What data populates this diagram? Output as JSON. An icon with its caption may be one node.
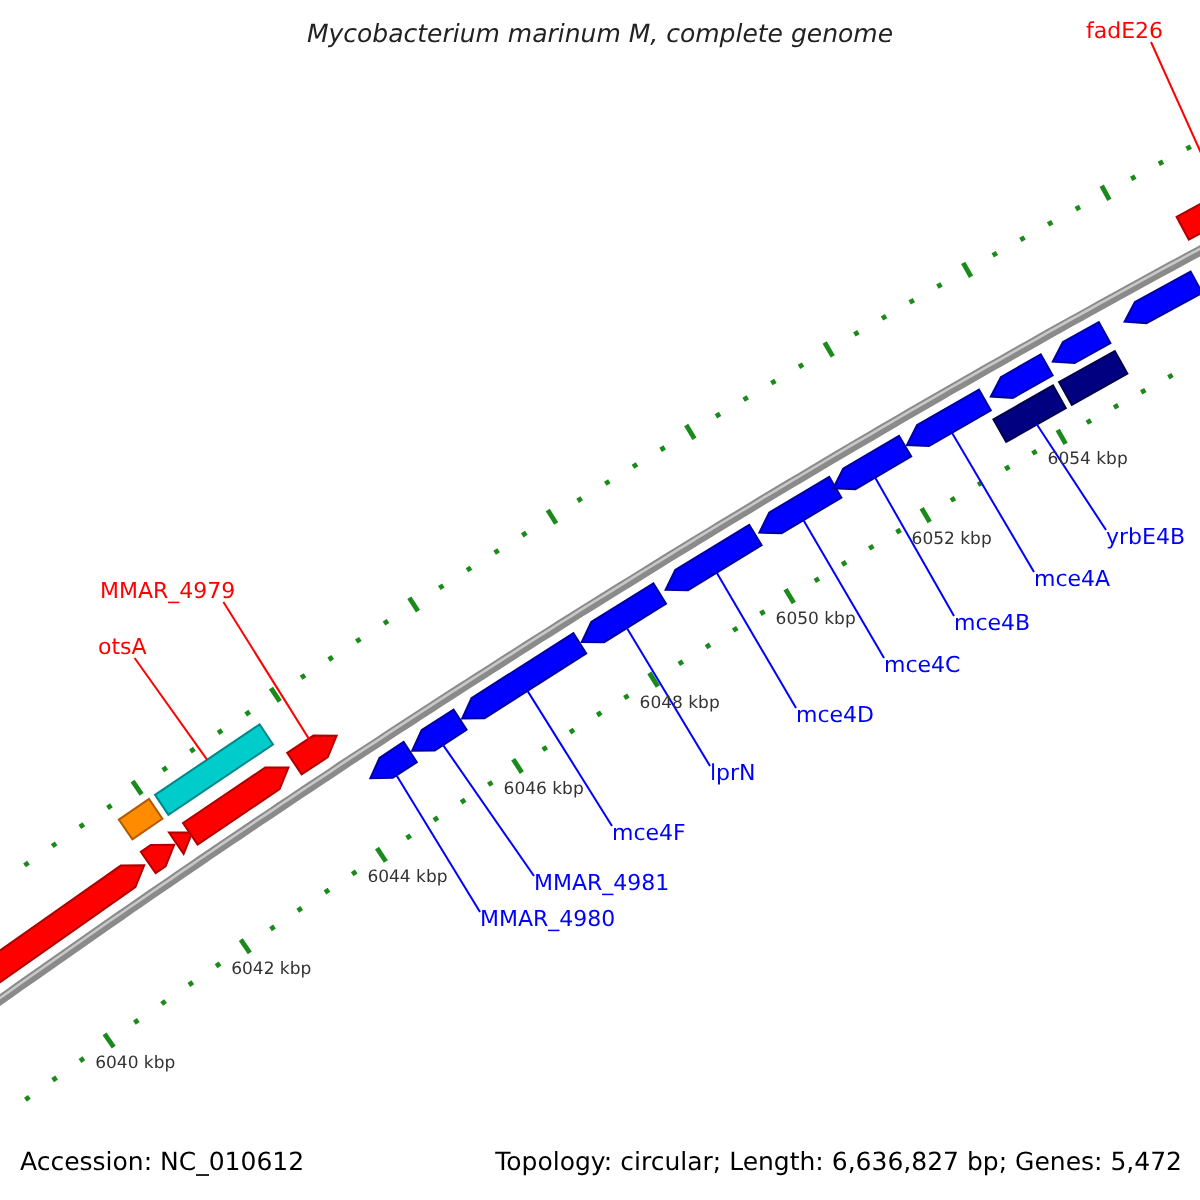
{
  "diagram": {
    "title": "Mycobacterium marinum M, complete genome",
    "nodes": [
      {
        "text": [
          "fadE26"
        ]
      },
      {
        "text": [
          "MMAR_4979"
        ]
      },
      {
        "text": [
          "otsA"
        ]
      },
      {
        "text": [
          "yrbE4B"
        ]
      },
      {
        "text": [
          "mce4A"
        ]
      },
      {
        "text": [
          "mce4B"
        ]
      },
      {
        "text": [
          "mce4C"
        ]
      },
      {
        "text": [
          "mce4D"
        ]
      },
      {
        "text": [
          "lprN"
        ]
      },
      {
        "text": [
          "mce4F"
        ]
      },
      {
        "text": [
          "MMAR_4981"
        ]
      },
      {
        "text": [
          "MMAR_4980"
        ]
      },
      {
        "text": [],
        "shape": "bar"
      },
      {
        "text": [],
        "shape": "bar"
      },
      {
        "text": [],
        "shape": "bar"
      },
      {
        "text": [],
        "shape": "bar"
      },
      {
        "text": [],
        "shape": "bar"
      },
      {
        "text": [],
        "shape": "bar"
      },
      {
        "text": [],
        "shape": "bar"
      },
      {
        "text": [],
        "shape": "bar"
      },
      {
        "text": [],
        "shape": "bar"
      },
      {
        "text": [],
        "shape": "bar"
      },
      {
        "text": [],
        "shape": "bar"
      },
      {
        "text": [],
        "shape": "bar"
      },
      {
        "text": [],
        "shape": "bar"
      },
      {
        "text": [],
        "shape": "bar"
      },
      {
        "text": [],
        "shape": "bar"
      },
      {
        "text": [],
        "shape": "bar"
      },
      {
        "text": [],
        "shape": "bar"
      },
      {
        "text": [],
        "shape": "bar"
      },
      {
        "text": [],
        "shape": "bar"
      },
      {
        "text": [],
        "shape": "bar"
      },
      {
        "text": [],
        "shape": "bar"
      }
    ],
    "edges": [
      {
        "from": 0,
        "to": 32,
        "arrow": "none",
        "color": "#ff0000"
      },
      {
        "from": 1,
        "to": 18,
        "arrow": "none",
        "color": "#ff0000"
      },
      {
        "from": 2,
        "to": 17,
        "arrow": "none",
        "color": "#ff0000"
      },
      {
        "from": 3,
        "to": 27,
        "arrow": "none"
      },
      {
        "from": 4,
        "to": 26,
        "arrow": "none"
      },
      {
        "from": 5,
        "to": 25,
        "arrow": "none"
      },
      {
        "from": 6,
        "to": 24,
        "arrow": "none"
      },
      {
        "from": 7,
        "to": 23,
        "arrow": "none"
      },
      {
        "from": 8,
        "to": 22,
        "arrow": "none"
      },
      {
        "from": 9,
        "to": 21,
        "arrow": "none"
      },
      {
        "from": 10,
        "to": 20,
        "arrow": "none"
      },
      {
        "from": 11,
        "to": 19,
        "arrow": "none"
      }
    ],
    "labels": [
      "6054 kbp",
      "6052 kbp",
      "6050 kbp",
      "6048 kbp",
      "6046 kbp",
      "6044 kbp",
      "6042 kbp",
      "6040 kbp",
      "Accession: NC_010612",
      "Topology: circular; Length: 6,636,827 bp; Genes: 5,472"
    ]
  }
}
